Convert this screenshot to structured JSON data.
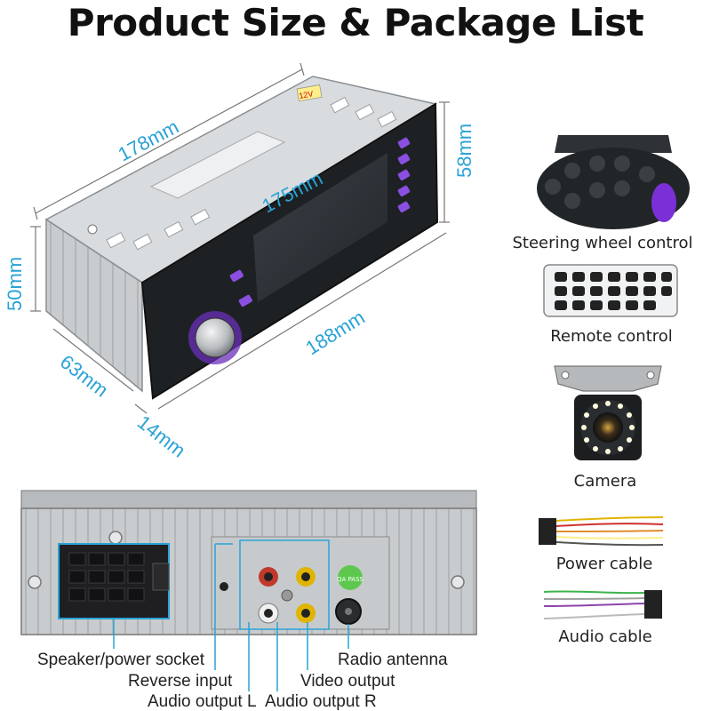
{
  "header": {
    "title": "Product Size & Package List"
  },
  "product_label": "12V",
  "certification_badge": "QA PASS",
  "dimensions": {
    "top_length": "178mm",
    "front_width": "175mm",
    "panel_width": "188mm",
    "right_height": "58mm",
    "left_height": "50mm",
    "depth": "63mm",
    "panel_depth": "14mm"
  },
  "package_list": {
    "steering": "Steering wheel control",
    "remote": "Remote control",
    "camera": "Camera",
    "power_cable": "Power cable",
    "audio_cable": "Audio cable"
  },
  "back_panel_labels": {
    "speaker_socket": "Speaker/power socket",
    "reverse_input": "Reverse input",
    "audio_output_l": "Audio output L",
    "audio_output_r": "Audio output R",
    "video_output": "Video output",
    "radio_antenna": "Radio antenna"
  },
  "colors": {
    "dimension": "#29a3d6",
    "accent_purple": "#7b2fd6"
  }
}
